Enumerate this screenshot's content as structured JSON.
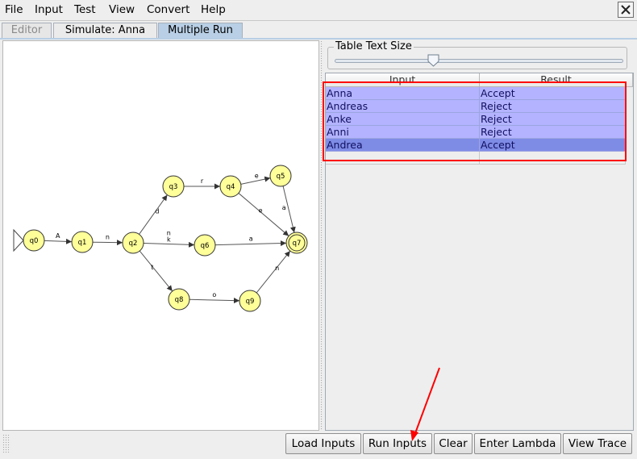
{
  "menubar": {
    "items": [
      "File",
      "Input",
      "Test",
      "View",
      "Convert",
      "Help"
    ],
    "close_icon": "close-icon"
  },
  "tabs": [
    {
      "label": "Editor",
      "state": "disabled"
    },
    {
      "label": "Simulate: Anna",
      "state": "normal"
    },
    {
      "label": "Multiple Run",
      "state": "selected"
    }
  ],
  "automaton": {
    "states": [
      "q0",
      "q1",
      "q2",
      "q3",
      "q4",
      "q5",
      "q6",
      "q7",
      "q8",
      "q9"
    ],
    "initial": "q0",
    "final": "q7",
    "transitions": [
      {
        "from": "q0",
        "to": "q1",
        "label": "A"
      },
      {
        "from": "q1",
        "to": "q2",
        "label": "n"
      },
      {
        "from": "q2",
        "to": "q3",
        "label": "d"
      },
      {
        "from": "q2",
        "to": "q6",
        "label": "n\nk"
      },
      {
        "from": "q2",
        "to": "q8",
        "label": "t"
      },
      {
        "from": "q3",
        "to": "q4",
        "label": "r"
      },
      {
        "from": "q4",
        "to": "q5",
        "label": "e"
      },
      {
        "from": "q4",
        "to": "q7",
        "label": "e"
      },
      {
        "from": "q5",
        "to": "q7",
        "label": "a"
      },
      {
        "from": "q6",
        "to": "q7",
        "label": "a"
      },
      {
        "from": "q8",
        "to": "q9",
        "label": "o"
      },
      {
        "from": "q9",
        "to": "q7",
        "label": "n"
      }
    ],
    "colors": {
      "state_fill": "#ffff99",
      "state_stroke": "#333333"
    }
  },
  "table_text_size": {
    "label": "Table Text Size",
    "slider_value": 0.34
  },
  "table": {
    "columns": [
      "Input",
      "Result"
    ],
    "rows": [
      {
        "input": "Anna",
        "result": "Accept",
        "selected": false
      },
      {
        "input": "Andreas",
        "result": "Reject",
        "selected": false
      },
      {
        "input": "Anke",
        "result": "Reject",
        "selected": false
      },
      {
        "input": "Anni",
        "result": "Reject",
        "selected": false
      },
      {
        "input": "Andrea",
        "result": "Accept",
        "selected": true
      },
      {
        "input": "",
        "result": "",
        "selected": false
      }
    ]
  },
  "buttons": {
    "load_inputs": "Load Inputs",
    "run_inputs": "Run Inputs",
    "clear": "Clear",
    "enter_lambda": "Enter Lambda",
    "view_trace": "View Trace"
  },
  "annotation_color": "#ff0000"
}
